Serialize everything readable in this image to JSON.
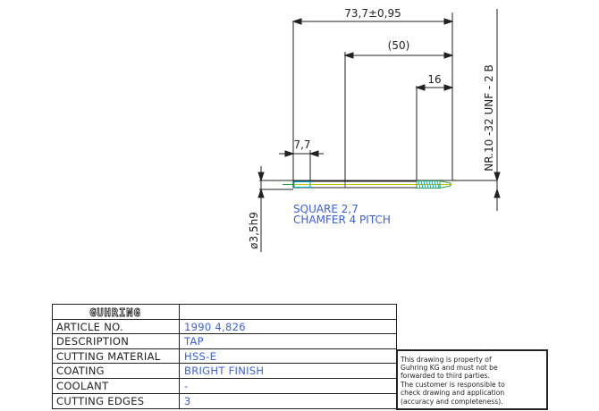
{
  "dimensions": {
    "overall_length": "73,7±0,95",
    "reference_length": "(50)",
    "thread_length": "16",
    "square_length": "7,7",
    "shank_diameter": "ø3,5h9",
    "thread_spec": "NR.10 -32 UNF - 2 B"
  },
  "annotations": {
    "line1": "SQUARE 2,7",
    "line2": "CHAMFER 4 PITCH"
  },
  "title_block": {
    "logo": "GUHRING",
    "rows": [
      {
        "label": "ARTICLE NO.",
        "value": "1990 4,826"
      },
      {
        "label": "DESCRIPTION",
        "value": "TAP"
      },
      {
        "label": "CUTTING MATERIAL",
        "value": "HSS-E"
      },
      {
        "label": "COATING",
        "value": "BRIGHT FINISH"
      },
      {
        "label": "COOLANT",
        "value": "-"
      },
      {
        "label": "CUTTING EDGES",
        "value": "3"
      }
    ]
  },
  "disclaimer": [
    "This drawing is property of",
    "Guhring KG and must not be",
    "forwarded to third parties.",
    "The customer is responsible to",
    "check drawing and application",
    "(accuracy and completeness)."
  ],
  "colors": {
    "line": "#222222",
    "blue_text": "#3b5fd9",
    "cyan": "#00b4d8",
    "green": "#2e9e3e",
    "yellow": "#d4c200"
  }
}
